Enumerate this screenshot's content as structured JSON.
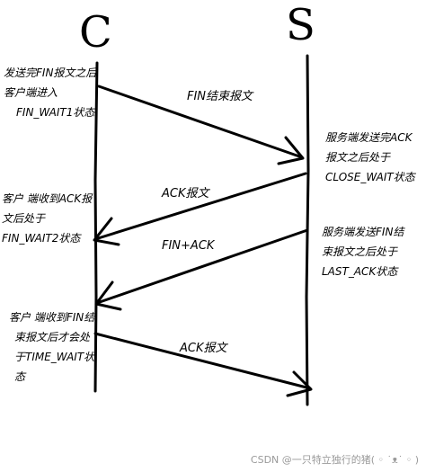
{
  "actors": {
    "client": "C",
    "server": "S"
  },
  "notes": {
    "client_1": [
      "发送完FIN报文之后",
      "客户端进入",
      "FIN_WAIT1状态"
    ],
    "server_1": [
      "服务端发送完ACK",
      "报文之后处于",
      "CLOSE_WAIT状态"
    ],
    "client_2": [
      "客户 端收到ACK报",
      "文后处于",
      "FIN_WAIT2状态"
    ],
    "server_2": [
      "服务端发送FIN结",
      "束报文之后处于",
      "LAST_ACK状态"
    ],
    "client_3": [
      "客户 端收到FIN结",
      "束报文后才会处",
      "于TIME_WAIT状",
      "态"
    ]
  },
  "messages": [
    {
      "label": "FIN结束报文",
      "from": "client",
      "to": "server"
    },
    {
      "label": "ACK报文",
      "from": "server",
      "to": "client"
    },
    {
      "label": "FIN+ACK",
      "from": "server",
      "to": "client"
    },
    {
      "label": "ACK报文",
      "from": "client",
      "to": "server"
    }
  ],
  "watermark": "CSDN @一只特立独行的猪( ◦ ˙ᴥ˙ ◦ )"
}
